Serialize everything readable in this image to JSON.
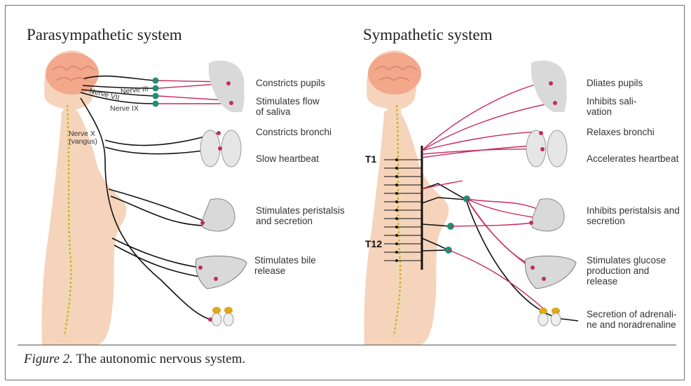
{
  "figure": {
    "caption_label": "Figure 2.",
    "caption_text": " The autonomic nervous system."
  },
  "parasympathetic": {
    "title": "Parasympathetic system",
    "nerves": [
      "Nerve III",
      "Nerve VII",
      "Nerve IX",
      "Nerve X\n(vangus)"
    ],
    "effects": [
      "Constricts pupils",
      "Stimulates flow\nof saliva",
      "Constricts bronchi",
      "Slow heartbeat",
      "Stimulates peristalsis\nand secretion",
      "Stimulates bile\nrelease"
    ]
  },
  "sympathetic": {
    "title": "Sympathetic system",
    "spine_labels": [
      "T1",
      "T12"
    ],
    "effects": [
      "Dliates pupils",
      "Inhibits sali-\nvation",
      "Relaxes bronchi",
      "Accelerates heartbeat",
      "Inhibits peristalsis and\nsecretion",
      "Stimulates glucose\nproduction and\nrelease",
      "Secretion of adrenali-\nne and noradrenaline"
    ]
  },
  "colors": {
    "skin": "#f6d3bb",
    "brain": "#f3a88b",
    "nerve_black": "#111111",
    "nerve_pink": "#c62a63",
    "ganglion": "#1f8f76",
    "spine_cord": "#e8a23a",
    "organ_gray": "#d9d9d9",
    "adrenal": "#e0a818"
  },
  "icons": [
    "brain-icon",
    "head-icon",
    "lungs-icon",
    "stomach-icon",
    "liver-icon",
    "kidney-icon"
  ]
}
